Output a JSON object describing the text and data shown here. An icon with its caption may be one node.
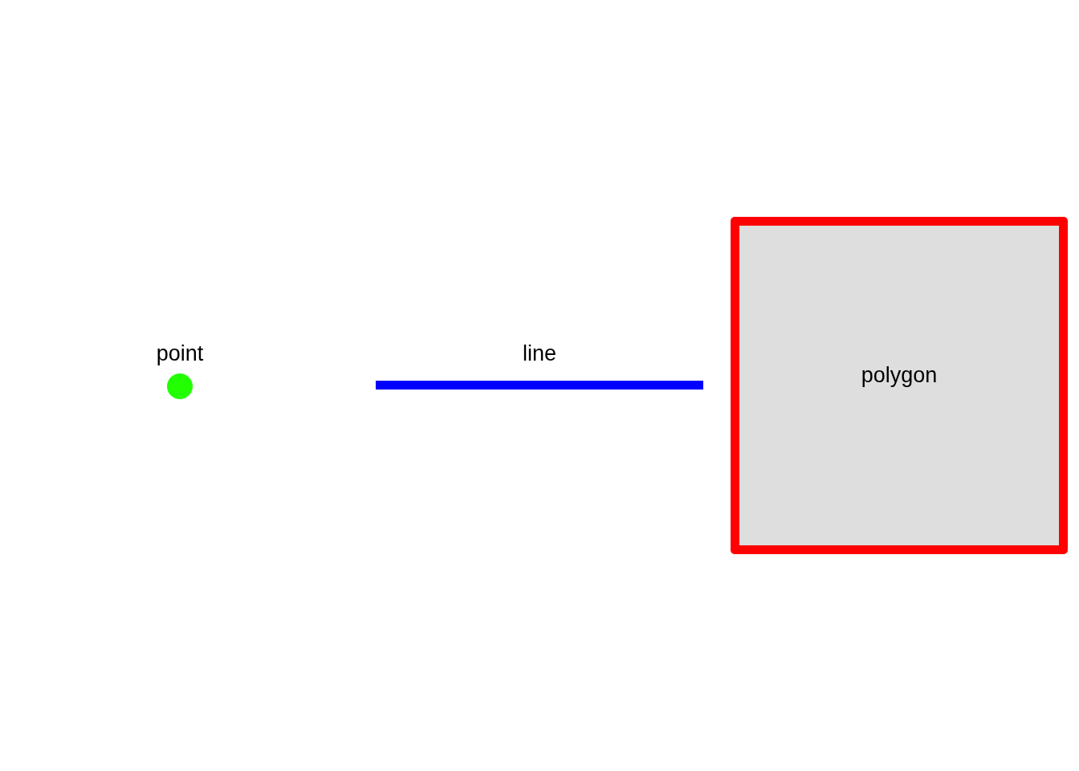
{
  "diagram": {
    "nodes": [
      {
        "text": [
          "point"
        ]
      },
      {
        "text": [
          "line"
        ]
      },
      {
        "text": [
          "polygon"
        ]
      }
    ]
  }
}
